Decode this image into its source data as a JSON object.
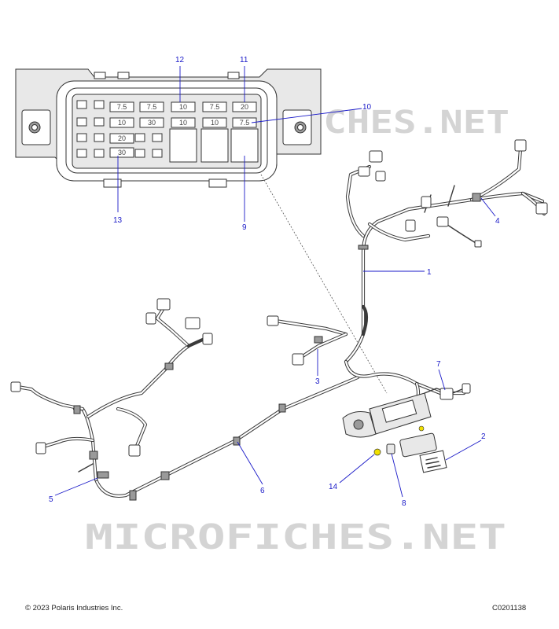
{
  "watermark": {
    "main": "MICROFICHES.NET",
    "top": "FICHES.NET"
  },
  "fuse_box": {
    "fuses": [
      "7.5",
      "7.5",
      "10",
      "7.5",
      "20",
      "10",
      "30",
      "10",
      "10",
      "7.5",
      "20",
      "30"
    ]
  },
  "callouts": [
    "1",
    "2",
    "3",
    "4",
    "5",
    "6",
    "7",
    "8",
    "9",
    "10",
    "11",
    "12",
    "13",
    "14"
  ],
  "footer": {
    "copyright": "© 2023 Polaris Industries Inc.",
    "diagram_id": "C0201138"
  },
  "colors": {
    "callout": "#1a1ac8",
    "line_art": "#3a3a3a",
    "watermark": "#d4d4d4"
  }
}
